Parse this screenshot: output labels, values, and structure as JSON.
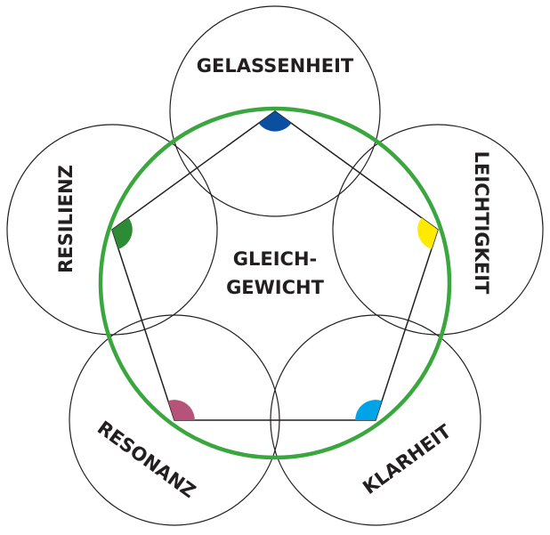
{
  "center": {
    "line1": "GLEICH-",
    "line2": "GEWICHT",
    "ring_color": "#3aa63e"
  },
  "circles": [
    {
      "label": "GELASSENHEIT",
      "wedge_color": "#0b4fa0"
    },
    {
      "label": "LEICHTIGKEIT",
      "wedge_color": "#ffea00"
    },
    {
      "label": "KLARHEIT",
      "wedge_color": "#00a2e8"
    },
    {
      "label": "RESONANZ",
      "wedge_color": "#b55478"
    },
    {
      "label": "RESILIENZ",
      "wedge_color": "#2e8b35"
    }
  ],
  "line_color": "#231f20"
}
